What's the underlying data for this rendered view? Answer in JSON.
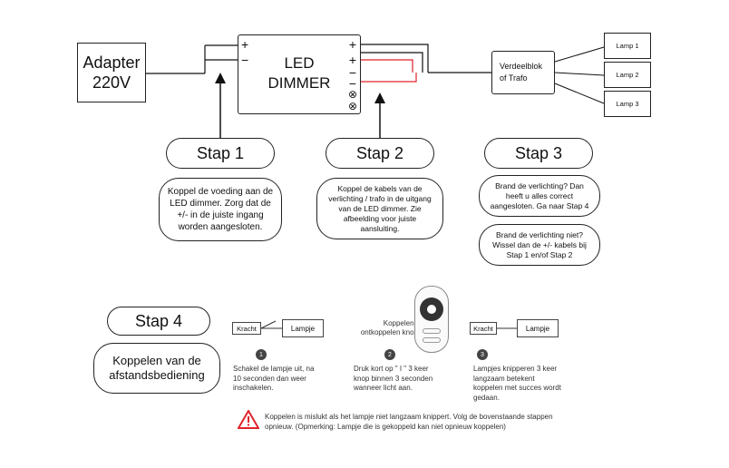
{
  "adapter": {
    "line1": "Adapter",
    "line2": "220V"
  },
  "dimmer": {
    "line1": "LED",
    "line2": "DIMMER",
    "plus": "+",
    "minus": "−",
    "x": "⊗"
  },
  "verdeelblok": {
    "line1": "Verdeelblok",
    "line2": "of Trafo"
  },
  "lamps": [
    "Lamp 1",
    "Lamp 2",
    "Lamp 3"
  ],
  "steps": {
    "stap1": {
      "title": "Stap 1",
      "text": "Koppel de voeding aan de LED dimmer. Zorg dat de +/- in de juiste ingang worden aangesloten."
    },
    "stap2": {
      "title": "Stap 2",
      "text": "Koppel de kabels van de verlichting / trafo in de uitgang van de LED dimmer. Zie afbeelding voor juiste aansluiting."
    },
    "stap3": {
      "title": "Stap 3",
      "text_a": "Brand de verlichting? Dan heeft u alles correct aangesloten. Ga naar Stap 4",
      "text_b": "Brand de verlichting niet? Wissel dan de +/- kabels bij Stap 1 en/of Stap 2"
    },
    "stap4": {
      "title": "Stap 4",
      "text": "Koppelen van de afstandsbediening"
    }
  },
  "pairing": {
    "kracht": "Kracht",
    "lampje": "Lampje",
    "remote_label_line1": "Koppelen /",
    "remote_label_line2": "ontkoppelen knop",
    "num1": "1",
    "num2": "2",
    "num3": "3",
    "caption1": "Schakel de lampje uit, na 10 seconden dan weer inschakelen.",
    "caption2": "Druk kort op \" I \" 3 keer knop binnen 3 seconden wanneer licht aan.",
    "caption3": "Lampjes knipperen 3 keer langzaam betekent koppelen met succes wordt gedaan.",
    "warning": "Koppelen is mislukt als het lampje niet langzaam knippert. Volg de bovenstaande stappen opnieuw. (Opmerking: Lampje die is gekoppeld kan niet opnieuw koppelen)"
  },
  "colors": {
    "wire": "#111111",
    "red": "#e0232b",
    "warning": "#e0232b"
  }
}
